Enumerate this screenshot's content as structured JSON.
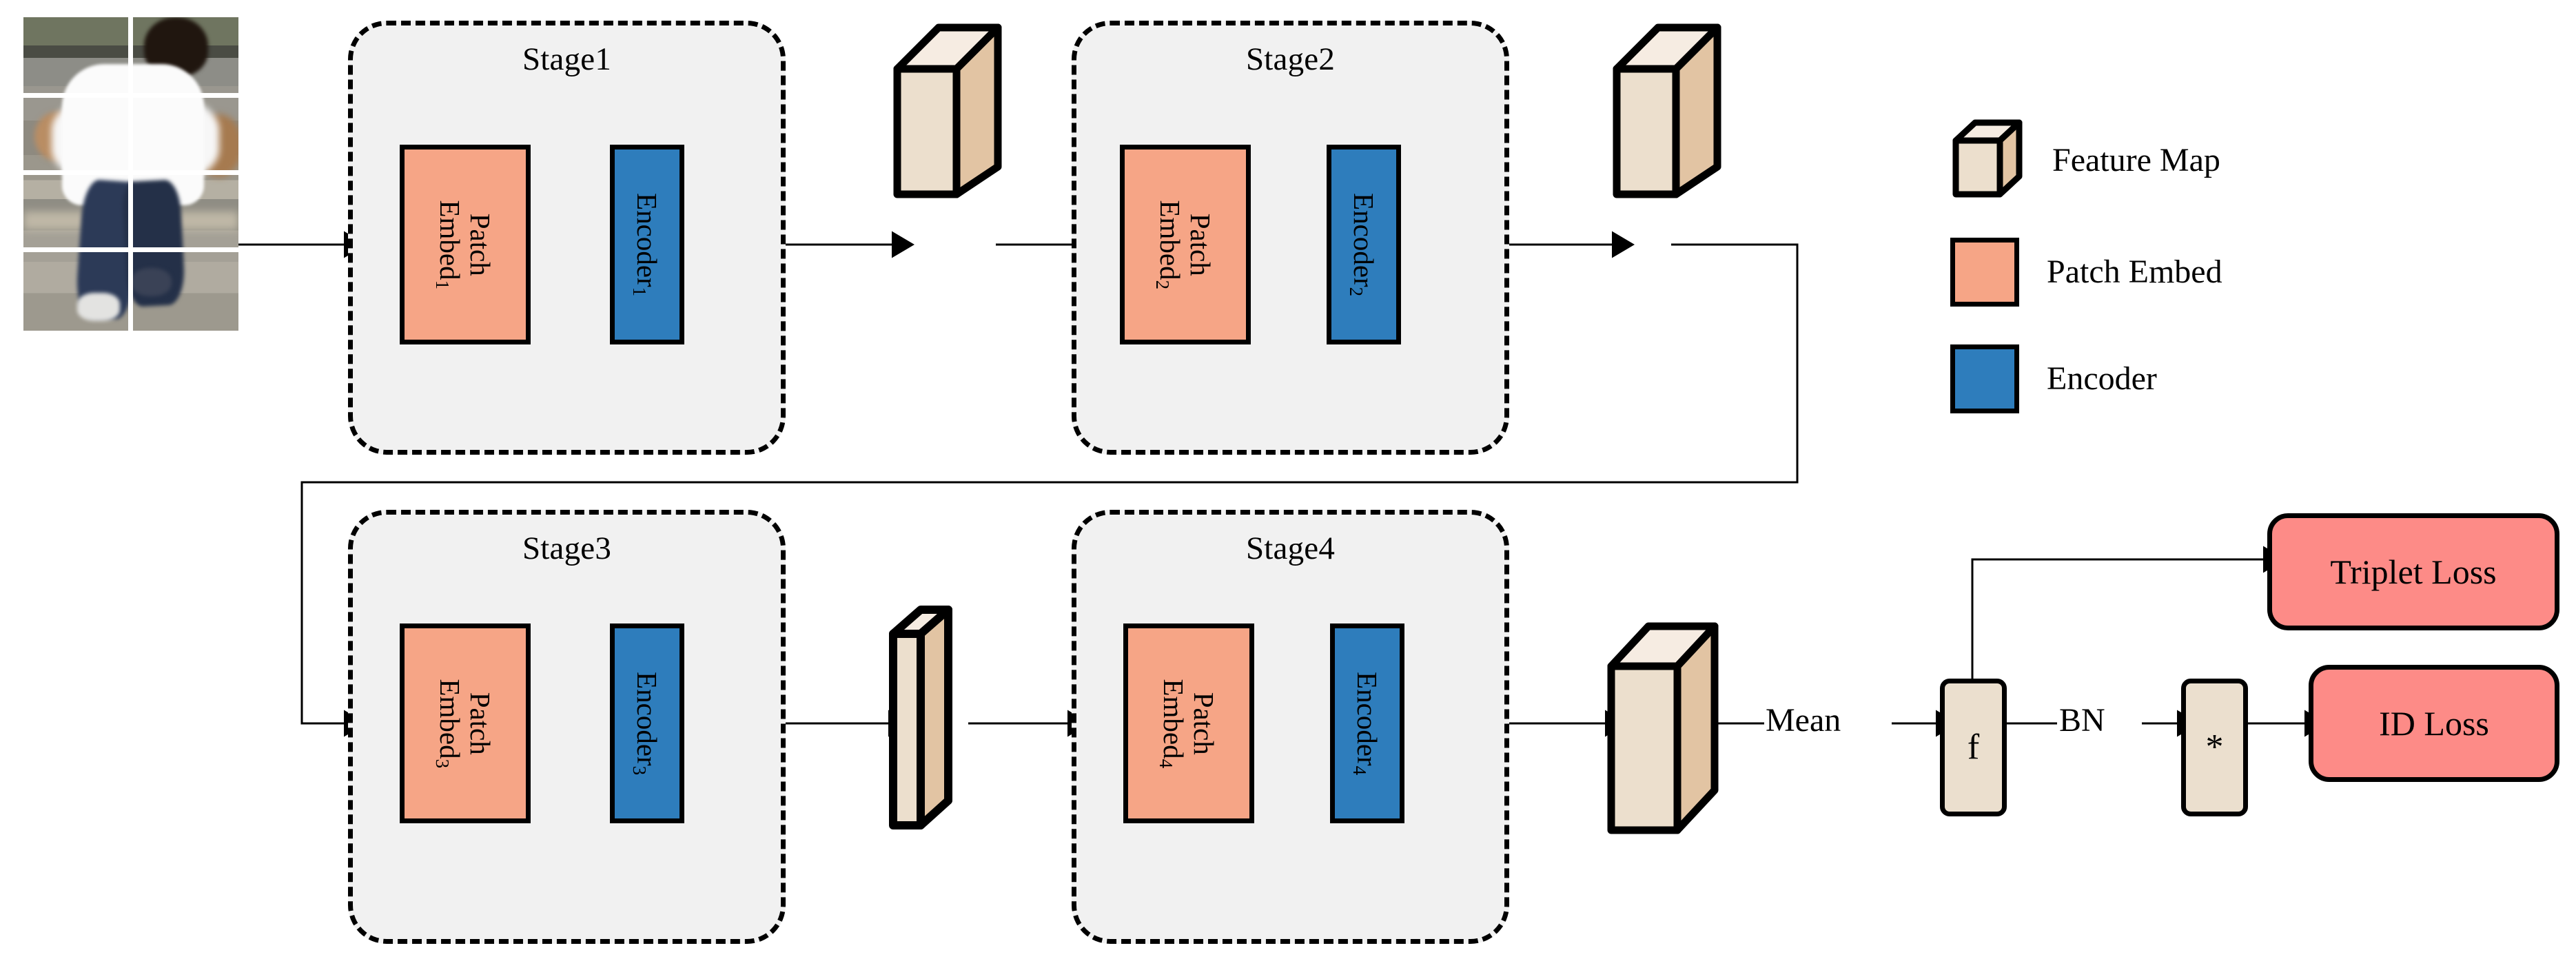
{
  "diagram": {
    "title": "Multi-stage Vision Transformer person re-identification pipeline",
    "input_image_alt": "pedestrian split into 2x4 patch grid"
  },
  "colors": {
    "patch_embed": "#f6a586",
    "encoder": "#2e7dbc",
    "feature_map_front": "#ecdfcd",
    "feature_map_side": "#e2c4a3",
    "feature_map_top": "#f6ece2",
    "loss": "#fd8b87",
    "stage_fill": "#f1f1f1",
    "outline": "#000000"
  },
  "stages": [
    {
      "title": "Stage1",
      "patch_embed": "Patch Embed",
      "patch_embed_sub": "1",
      "encoder": "Encoder",
      "encoder_sub": "1"
    },
    {
      "title": "Stage2",
      "patch_embed": "Patch Embed",
      "patch_embed_sub": "2",
      "encoder": "Encoder",
      "encoder_sub": "2"
    },
    {
      "title": "Stage3",
      "patch_embed": "Patch Embed",
      "patch_embed_sub": "3",
      "encoder": "Encoder",
      "encoder_sub": "3"
    },
    {
      "title": "Stage4",
      "patch_embed": "Patch Embed",
      "patch_embed_sub": "4",
      "encoder": "Encoder",
      "encoder_sub": "4"
    }
  ],
  "feature_maps": [
    {
      "name": "feature-map-1",
      "after": "Stage1"
    },
    {
      "name": "feature-map-2",
      "after": "Stage2"
    },
    {
      "name": "feature-map-3",
      "after": "Stage3"
    },
    {
      "name": "feature-map-4",
      "after": "Stage4"
    }
  ],
  "head": {
    "mean_label": "Mean",
    "feature_label": "f",
    "bn_label": "BN",
    "classifier_label": "*"
  },
  "losses": [
    {
      "label": "Triplet Loss"
    },
    {
      "label": "ID Loss"
    }
  ],
  "legend": {
    "items": [
      {
        "icon": "feature-map-cuboid",
        "label": "Feature Map"
      },
      {
        "icon": "patch-embed-swatch",
        "label": "Patch Embed"
      },
      {
        "icon": "encoder-swatch",
        "label": "Encoder"
      }
    ]
  }
}
